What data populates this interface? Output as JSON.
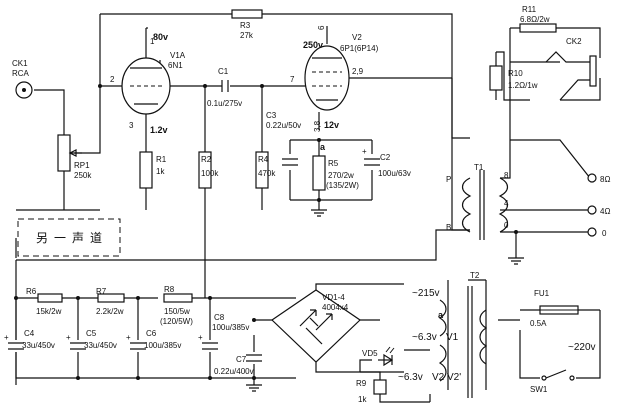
{
  "labels": {
    "ck1": "CK1",
    "ck1_type": "RCA",
    "rp1": "RP1",
    "rp1_val": "250k",
    "r1": "R1",
    "r1_val": "1k",
    "r2": "R2",
    "r2_val": "100k",
    "r3": "R3",
    "r3_val": "27k",
    "r4": "R4",
    "r4_val": "470k",
    "r5": "R5",
    "r5_val1": "270/2w",
    "r5_val2": "(135/2W)",
    "r6": "R6",
    "r6_val": "15k/2w",
    "r7": "R7",
    "r7_val": "2.2k/2w",
    "r8": "R8",
    "r8_val1": "150/5w",
    "r8_val2": "(120/5W)",
    "r9": "R9",
    "r9_val": "1k",
    "r10": "R10",
    "r10_val": "1.2Ω/1w",
    "r11": "R11",
    "r11_val": "6.8Ω/2w",
    "c1": "C1",
    "c1_val": "0.1u/275v",
    "c2": "C2",
    "c2_val": "100u/63v",
    "c3": "C3",
    "c3_val": "0.22u/50v",
    "c4": "C4",
    "c4_val": "33u/450v",
    "c5": "C5",
    "c5_val": "33u/450v",
    "c6": "C6",
    "c6_val": "100u/385v",
    "c7": "C7",
    "c7_val": "0.22u/400v",
    "c8": "C8",
    "c8_val1": "100u/385v",
    "v1": "V1A",
    "v1_type": "6N1",
    "v2": "V2",
    "v2_type": "6P1(6P14)",
    "v1_plate_v": "80v",
    "v1_cathode_v": "1.2v",
    "v2_plate_v": "250v",
    "v2_cathode_v": "12v",
    "pin1": "1",
    "pin2": "2",
    "pin3": "3",
    "pin6": "6",
    "pin7": "7",
    "pin29": "2,9",
    "pin38": "3,8",
    "node_a1": "a",
    "node_a2": "a",
    "t1": "T1",
    "t1_p": "P",
    "t1_b": "B",
    "t1_8": "8",
    "t1_4": "4",
    "t1_0": "0",
    "out_8": "8Ω",
    "out_4": "4Ω",
    "out_0": "0",
    "ck2": "CK2",
    "t2": "T2",
    "vd14": "VD1-4",
    "vd14_type": "4004x4",
    "vd5": "VD5",
    "sec_215": "~215v",
    "sec_63v1": "~6.3v",
    "sec_63v1_tube": "V1",
    "sec_63v2": "~6.3v",
    "sec_63v2_tube": "V2 V2'",
    "fu1": "FU1",
    "fu1_val": "0.5A",
    "mains": "~220v",
    "sw1": "SW1",
    "chassis_label": "另一声道"
  }
}
